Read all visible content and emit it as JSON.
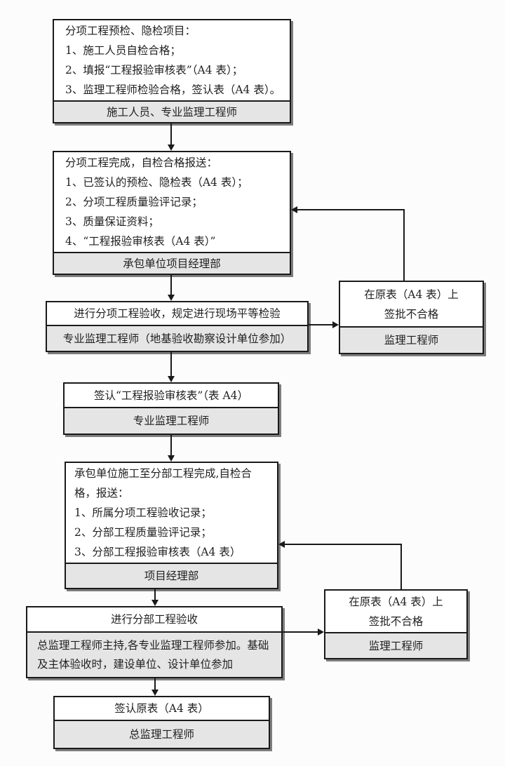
{
  "colors": {
    "line": "#1a1a1a",
    "body_bg": "#ffffff",
    "footer_bg": "#e5e5e5",
    "shadow": "#7d7d7d",
    "page_bg": "#fcfcfc",
    "text": "#1f1f1f"
  },
  "nodes": {
    "b1": {
      "lines": [
        "分项工程预检、隐检项目：",
        "1、施工人员自检合格；",
        "2、填报“工程报验审核表”（A4 表）；",
        "3、监理工程师检验合格，签认表（A4 表）。"
      ],
      "footer": "施工人员、专业监理工程师"
    },
    "b2": {
      "lines": [
        "分项工程完成，自检合格报送：",
        "1、已签认的预检、隐检表（A4 表）；",
        "2、分项工程质量验评记录；",
        "3、质量保证资料；",
        "4、“工程报验审核表（A4 表）”"
      ],
      "footer": "承包单位项目经理部"
    },
    "b3": {
      "lines": [
        "进行分项工程验收，规定进行现场平等检验"
      ],
      "footer": "专业监理工程师（地基验收勘察设计单位参加）"
    },
    "s1": {
      "lines": [
        "在原表（A4 表）上",
        "签批不合格"
      ],
      "footer": "监理工程师"
    },
    "b4": {
      "lines": [
        "签认“工程报验审核表”（表 A4）"
      ],
      "footer": "专业监理工程师"
    },
    "b5": {
      "lines": [
        "承包单位施工至分部工程完成,自检合格，报送：",
        "1、所属分项工程验收记录；",
        "2、分部工程质量验评记录；",
        "3、分部工程报验审核表（A4 表）"
      ],
      "footer": "项目经理部"
    },
    "b6": {
      "lines": [
        "进行分部工程验收"
      ],
      "footer": "总监理工程师主持,各专业监理工程师参加。基础及主体验收时，建设单位、设计单位参加"
    },
    "s2": {
      "lines": [
        "在原表（A4 表）上",
        "签批不合格"
      ],
      "footer": "监理工程师"
    },
    "b7": {
      "lines": [
        "签认原表（A4 表）"
      ],
      "footer": "总监理工程师"
    }
  }
}
